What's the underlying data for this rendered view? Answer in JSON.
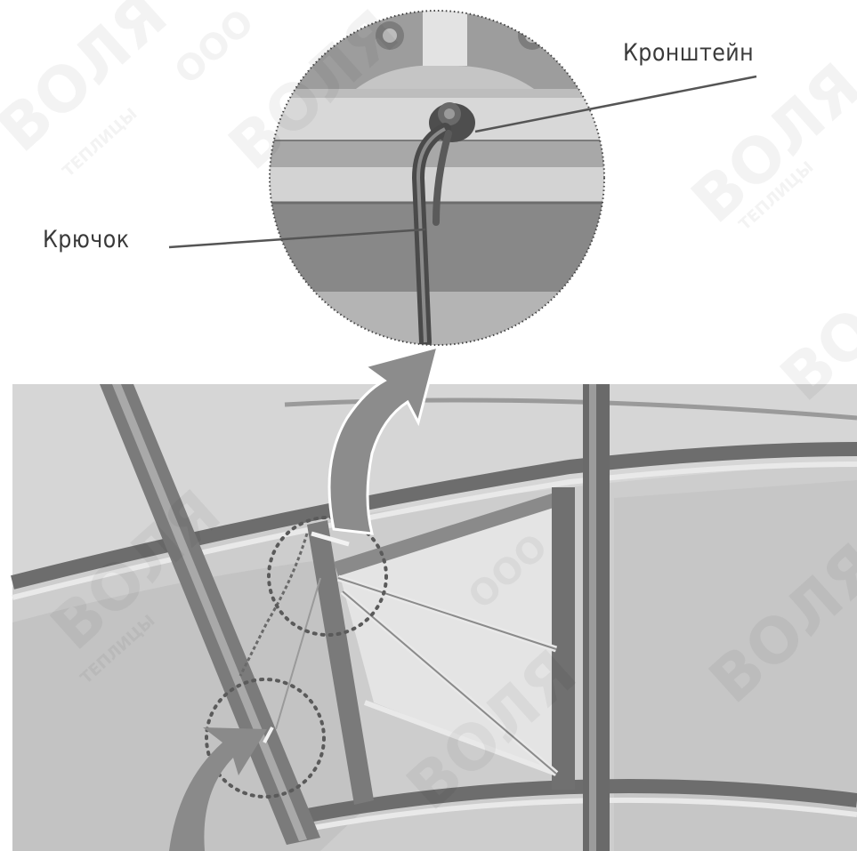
{
  "labels": {
    "bracket": "Кронштейн",
    "hook": "Крючок"
  },
  "watermark": {
    "main": "ВОЛЯ",
    "small": "ТЕПЛИЦЫ",
    "prefix": "ООО"
  },
  "colors": {
    "frame": "#6f6f6f",
    "panel": "#d0d0d0",
    "label": "#3a3a3a",
    "arrow": "#8a8a8a"
  }
}
